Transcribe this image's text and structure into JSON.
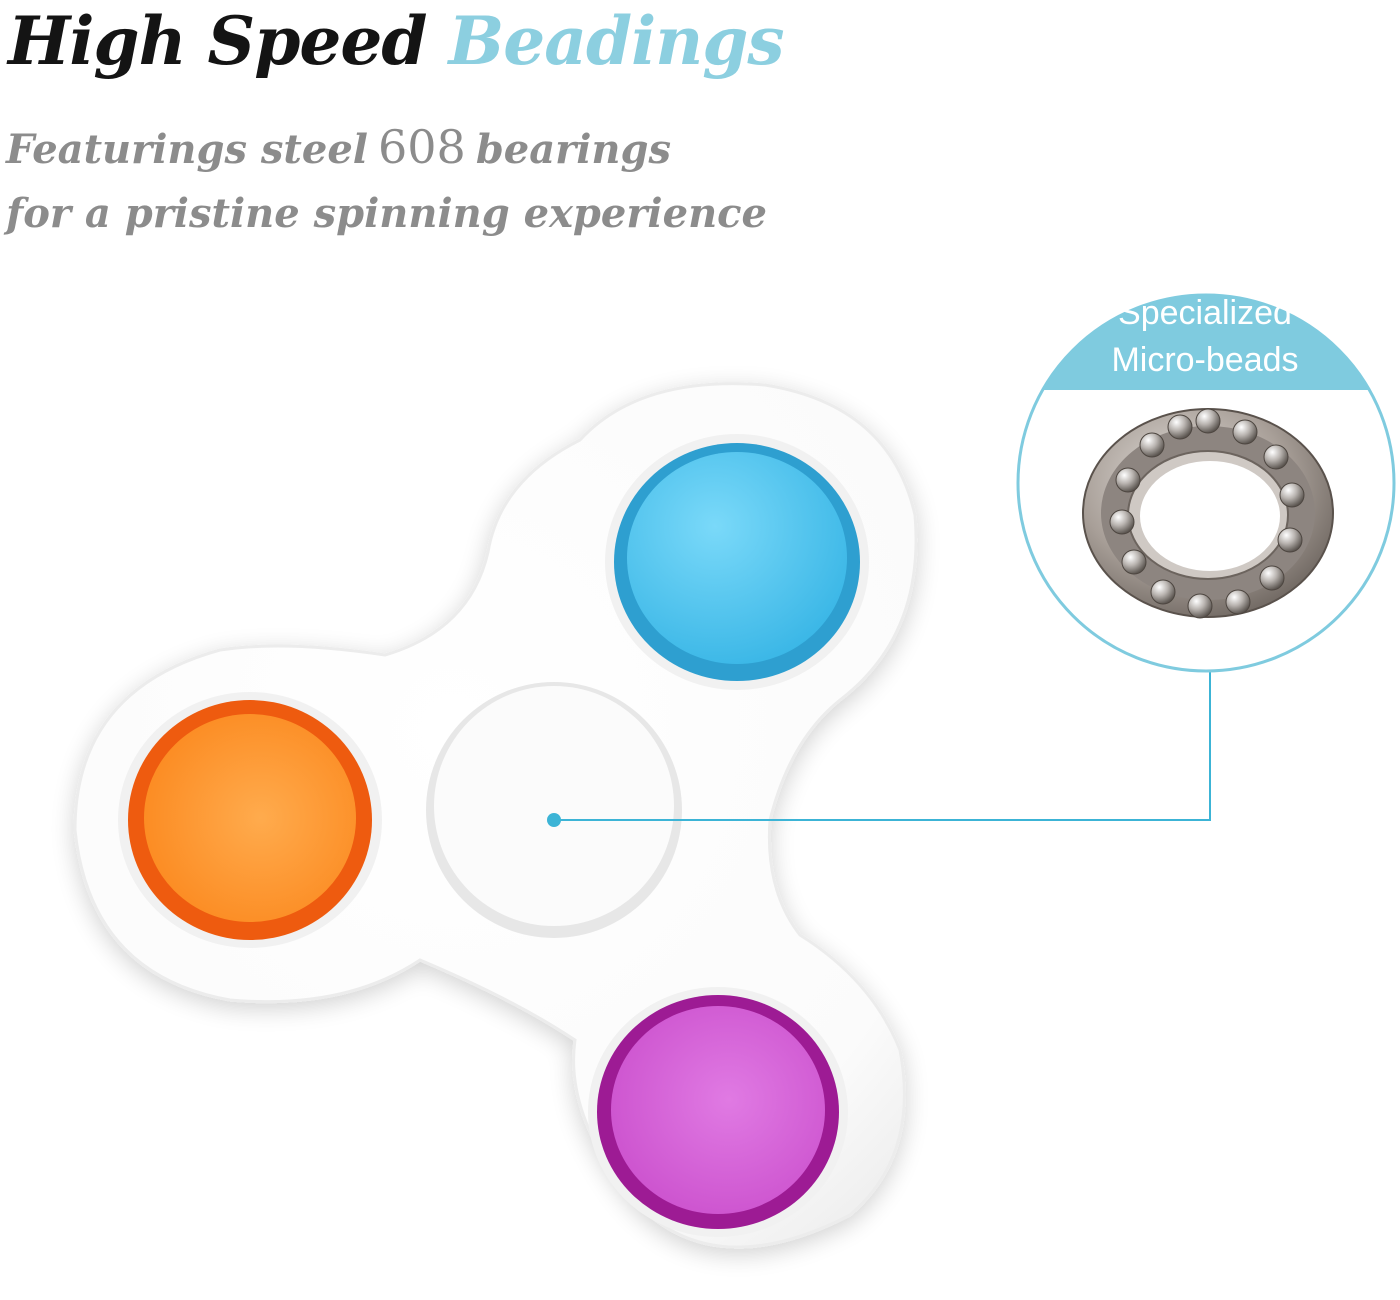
{
  "headline": {
    "word1": "High Speed",
    "word2": "Beadings"
  },
  "subheadline": {
    "line1_before": "Featurings steel",
    "line1_number": "608",
    "line1_after": "bearings",
    "line2": "for a pristine spinning experience"
  },
  "callout": {
    "line1": "Specialized",
    "line2": "Micro-beads"
  },
  "colors": {
    "title_dark": "#141414",
    "title_accent": "#8ccfe0",
    "subtitle_gray": "#8c8c8c",
    "callout_blue": "#7fcbdf",
    "pointer_line": "#3cb4d6",
    "bubble_blue": "#39b6e6",
    "bubble_orange": "#fb8418",
    "bubble_purple": "#c94ccb"
  },
  "image_subjects": {
    "product": "fidget-spinner-with-pop-bubbles",
    "detail": "steel-ball-bearing"
  }
}
